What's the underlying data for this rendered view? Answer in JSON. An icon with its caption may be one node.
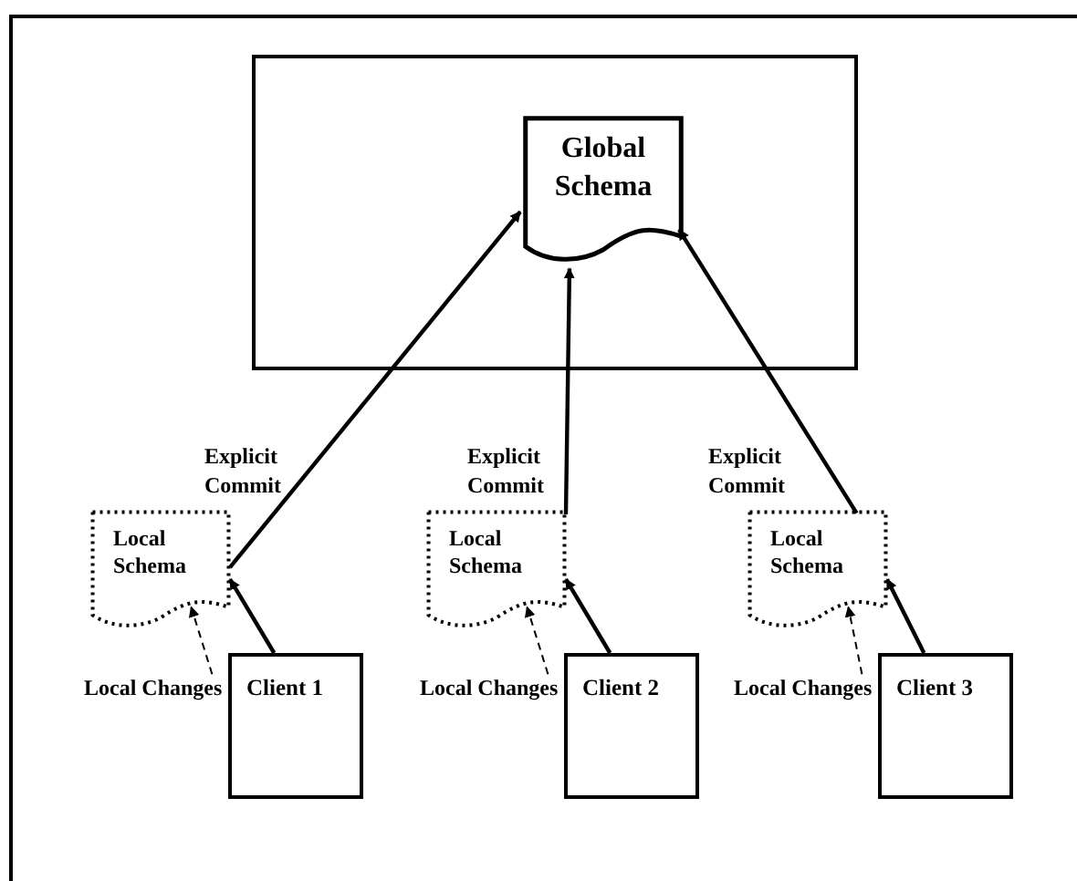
{
  "diagram": {
    "nodes": [
      {
        "text": [],
        "shape": "box"
      },
      {
        "text": [
          "Global Schema"
        ],
        "in": 0
      },
      {
        "text": [
          "Local Schema"
        ]
      },
      {
        "text": [
          "Local Schema"
        ]
      },
      {
        "text": [
          "Local Schema"
        ]
      },
      {
        "text": [
          "Client 1"
        ]
      },
      {
        "text": [
          "Client 2"
        ]
      },
      {
        "text": [
          "Client 3"
        ]
      },
      {
        "text": [
          "Local Changes"
        ]
      },
      {
        "text": [
          "Local Changes"
        ]
      },
      {
        "text": [
          "Local Changes"
        ]
      }
    ],
    "edges": [
      {
        "from": 2,
        "to": 1,
        "arrow": "to",
        "label": "Explicit Commit"
      },
      {
        "from": 3,
        "to": 1,
        "arrow": "to",
        "label": "Explicit Commit"
      },
      {
        "from": 4,
        "to": 1,
        "arrow": "to",
        "label": "Explicit Commit"
      },
      {
        "from": 5,
        "to": 2,
        "arrow": "to"
      },
      {
        "from": 6,
        "to": 3,
        "arrow": "to"
      },
      {
        "from": 7,
        "to": 4,
        "arrow": "to"
      },
      {
        "from": 8,
        "to": 2,
        "arrow": "to",
        "style": "dashed"
      },
      {
        "from": 9,
        "to": 3,
        "arrow": "to",
        "style": "dashed"
      },
      {
        "from": 10,
        "to": 4,
        "arrow": "to",
        "style": "dashed"
      }
    ]
  }
}
